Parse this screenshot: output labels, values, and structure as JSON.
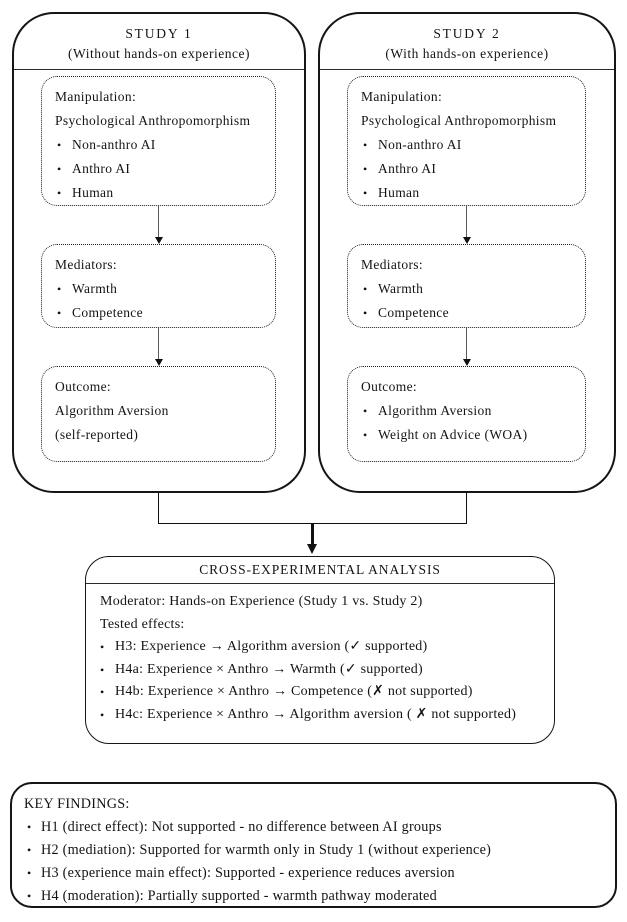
{
  "colors": {
    "ink": "#141414",
    "background": "#ffffff"
  },
  "studies": [
    {
      "title": "STUDY 1",
      "subtitle": "(Without hands-on experience)",
      "manipulation": {
        "label": "Manipulation:",
        "sublabel": "Psychological Anthropomorphism",
        "items": [
          "Non-anthro AI",
          "Anthro AI",
          "Human"
        ]
      },
      "mediators": {
        "label": "Mediators:",
        "items": [
          "Warmth",
          "Competence"
        ]
      },
      "outcome": {
        "label": "Outcome:",
        "lines": [
          "Algorithm Aversion",
          "(self-reported)"
        ]
      }
    },
    {
      "title": "STUDY 2",
      "subtitle": "(With hands-on experience)",
      "manipulation": {
        "label": "Manipulation:",
        "sublabel": "Psychological Anthropomorphism",
        "items": [
          "Non-anthro AI",
          "Anthro AI",
          "Human"
        ]
      },
      "mediators": {
        "label": "Mediators:",
        "items": [
          "Warmth",
          "Competence"
        ]
      },
      "outcome": {
        "label": "Outcome:",
        "items": [
          "Algorithm Aversion",
          "Weight on Advice (WOA)"
        ]
      }
    }
  ],
  "analysis": {
    "title": "CROSS-EXPERIMENTAL ANALYSIS",
    "moderator_line": "Moderator: Hands-on Experience (Study 1 vs. Study 2)",
    "tested_label": "Tested effects:",
    "effects": [
      "H3: Experience → Algorithm aversion (✓ supported)",
      "H4a: Experience × Anthro → Warmth (✓ supported)",
      "H4b: Experience × Anthro → Competence (✗ not supported)",
      "H4c: Experience × Anthro → Algorithm aversion ( ✗ not supported)"
    ]
  },
  "key_findings": {
    "title": "KEY FINDINGS:",
    "items": [
      "H1 (direct effect): Not supported - no difference between AI groups",
      "H2 (mediation): Supported for warmth only in Study 1 (without experience)",
      "H3 (experience main effect): Supported - experience reduces aversion",
      "H4 (moderation): Partially supported - warmth pathway moderated"
    ]
  }
}
